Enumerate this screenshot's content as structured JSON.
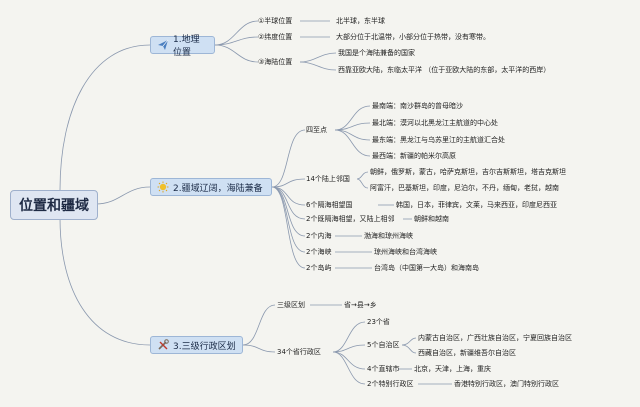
{
  "root": "位置和疆域",
  "sections": [
    {
      "label": "1.地理位置",
      "icon": "paper-plane-icon",
      "items": [
        {
          "label": "①半球位置",
          "detail": "北半球，东半球"
        },
        {
          "label": "②纬度位置",
          "detail": "大部分位于北温带，小部分位于热带，没有寒带。"
        },
        {
          "label": "③海陆位置",
          "details": [
            "我国是个海陆兼备的国家",
            "西靠亚欧大陆，东临太平洋 （位于亚欧大陆的东部，太平洋的西岸）"
          ]
        }
      ]
    },
    {
      "label": "2.疆域辽阔，海陆兼备",
      "icon": "sun-icon",
      "four_extremes": {
        "label": "四至点",
        "items": [
          "最南端：南沙群岛的曾母暗沙",
          "最北端：漠河以北黑龙江主航道的中心处",
          "最东端：黑龙江与乌苏里江的主航道汇合处",
          "最西端：新疆的帕米尔高原"
        ]
      },
      "land_neighbors": {
        "label": "14个陆上邻国",
        "lines": [
          "朝鲜，俄罗斯，蒙古，哈萨克斯坦，吉尔吉斯斯坦，塔吉克斯坦",
          "阿富汗，巴基斯坦，印度，尼泊尔，不丹，缅甸，老挝，越南"
        ]
      },
      "rows": [
        {
          "label": "6个隔海相望国",
          "detail": "韩国，日本，菲律宾，文莱，马来西亚，印度尼西亚"
        },
        {
          "label": "2个既隔海相望，又陆上相邻",
          "detail": "朝鲜和越南"
        },
        {
          "label": "2个内海",
          "detail": "渤海和琼州海峡"
        },
        {
          "label": "2个海峡",
          "detail": "琼州海峡和台湾海峡"
        },
        {
          "label": "2个岛屿",
          "detail": "台湾岛（中国第一大岛）和海南岛"
        }
      ]
    },
    {
      "label": "3.三级行政区划",
      "icon": "tools-icon",
      "three_level": {
        "label": "三级区划",
        "detail": "省→县→乡"
      },
      "provinces": {
        "label": "34个省行政区",
        "p23": "23个省",
        "autonomous": {
          "label": "5个自治区",
          "lines": [
            "内蒙古自治区，广西壮族自治区，宁夏回族自治区",
            "西藏自治区，新疆维吾尔自治区"
          ]
        },
        "municipalities": {
          "label": "4个直辖市",
          "detail": "北京，天津，上海，重庆"
        },
        "sar": {
          "label": "2个特别行政区",
          "detail": "香港特别行政区，澳门特别行政区"
        }
      }
    }
  ],
  "colors": {
    "background": "#f4f4f0",
    "line": "#8a98ae",
    "box": "#cfe0f3"
  }
}
